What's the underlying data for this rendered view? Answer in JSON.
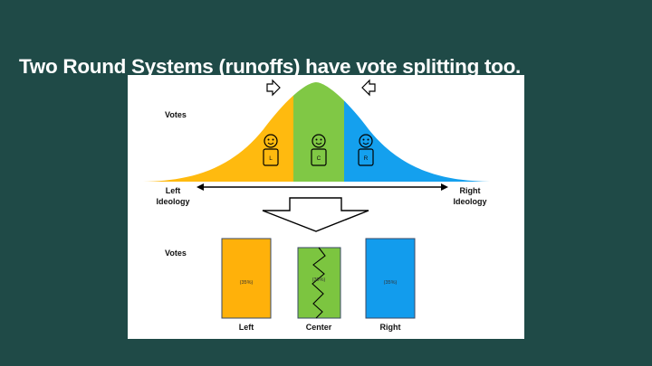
{
  "slide": {
    "title": "Two Round Systems (runoffs) have vote splitting too."
  },
  "top_diagram": {
    "y_label": "Votes",
    "x_left_label_1": "Left",
    "x_left_label_2": "Ideology",
    "x_right_label_1": "Right",
    "x_right_label_2": "Ideology",
    "candidates": [
      {
        "letter": "L",
        "color": "#ffba0f"
      },
      {
        "letter": "C",
        "color": "#80c845"
      },
      {
        "letter": "R",
        "color": "#14a0ee"
      }
    ]
  },
  "bottom_diagram": {
    "y_label": "Votes",
    "bars": [
      {
        "label": "Left",
        "value_label": "(35%)",
        "color": "#ffb10a"
      },
      {
        "label": "Center",
        "value_label": "(30%)",
        "color": "#7cc540"
      },
      {
        "label": "Right",
        "value_label": "(35%)",
        "color": "#129ced"
      }
    ]
  },
  "colors": {
    "background": "#1f4a47",
    "left": "#ffba0f",
    "center": "#80c845",
    "right": "#14a0ee"
  }
}
